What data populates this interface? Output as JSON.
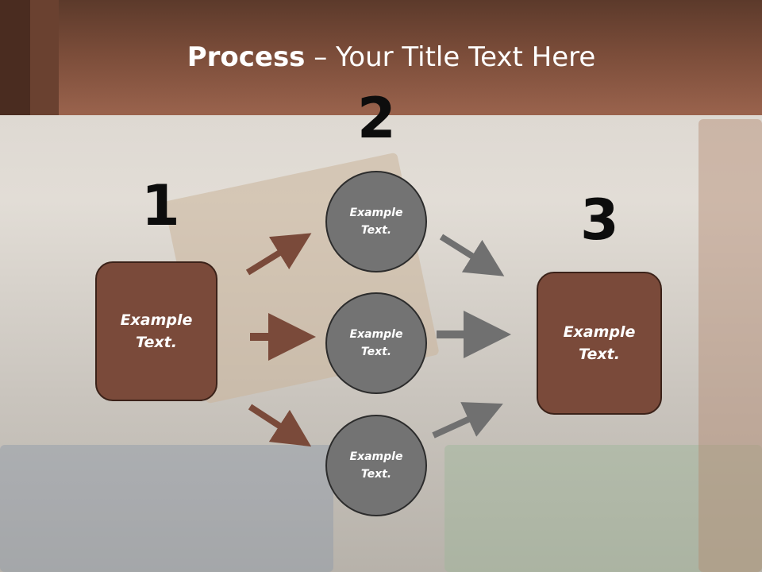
{
  "slide": {
    "title_bold": "Process",
    "title_rest": " – Your Title Text Here"
  },
  "steps": {
    "step1_number": "1",
    "step2_number": "2",
    "step3_number": "3"
  },
  "nodes": {
    "left_box": [
      "Example",
      "Text."
    ],
    "top_circle": [
      "Example",
      "Text."
    ],
    "middle_circle": [
      "Example",
      "Text."
    ],
    "bottom_circle": [
      "Example",
      "Text."
    ],
    "right_box": [
      "Example",
      "Text."
    ]
  },
  "colors": {
    "header": "#8a5642",
    "box_fill": "#7a4a3a",
    "circle_fill": "#737373",
    "arrow_brown": "#7a4a3a",
    "arrow_gray": "#707070"
  }
}
